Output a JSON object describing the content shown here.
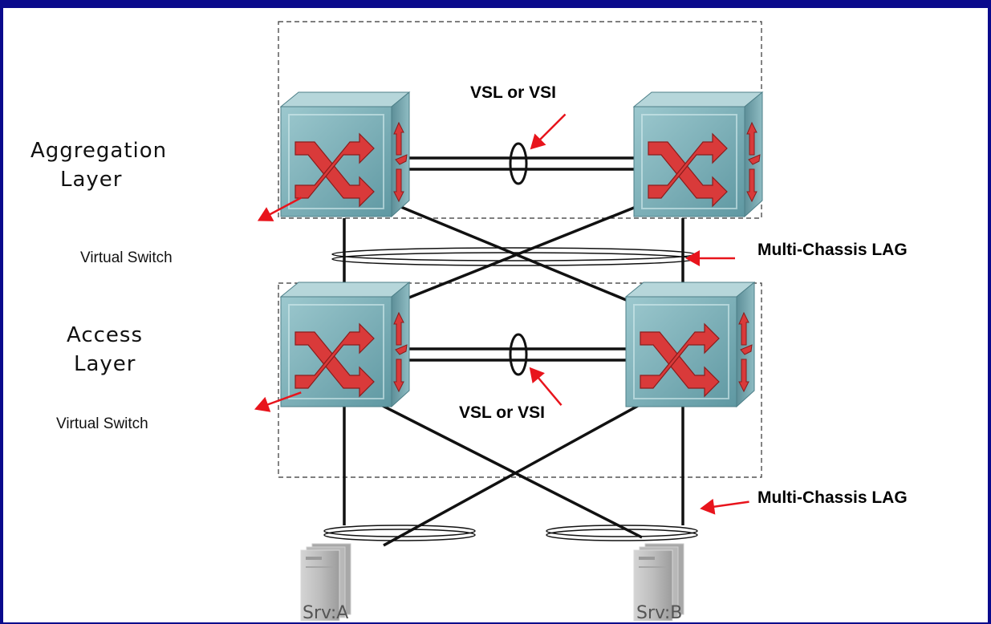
{
  "labels": {
    "aggregation_line1": "Aggregation",
    "aggregation_line2": "Layer",
    "access_line1": "Access",
    "access_line2": "Layer",
    "virtual_switch_top": "Virtual Switch",
    "virtual_switch_bottom": "Virtual Switch",
    "vsl_top": "VSL or VSI",
    "vsl_bottom": "VSL or VSI",
    "mclag_top": "Multi-Chassis LAG",
    "mclag_bottom": "Multi-Chassis LAG",
    "server_a": "Srv:A",
    "server_b": "Srv:B"
  },
  "colors": {
    "frame": "#0a0a8c",
    "arrow": "#e8141c",
    "switch_face": "#7fb4bc",
    "switch_symbol": "#d93a3a"
  },
  "icons": {
    "switch": "multilayer-switch-icon",
    "server": "server-icon",
    "arrow": "red-pointer-arrow"
  }
}
